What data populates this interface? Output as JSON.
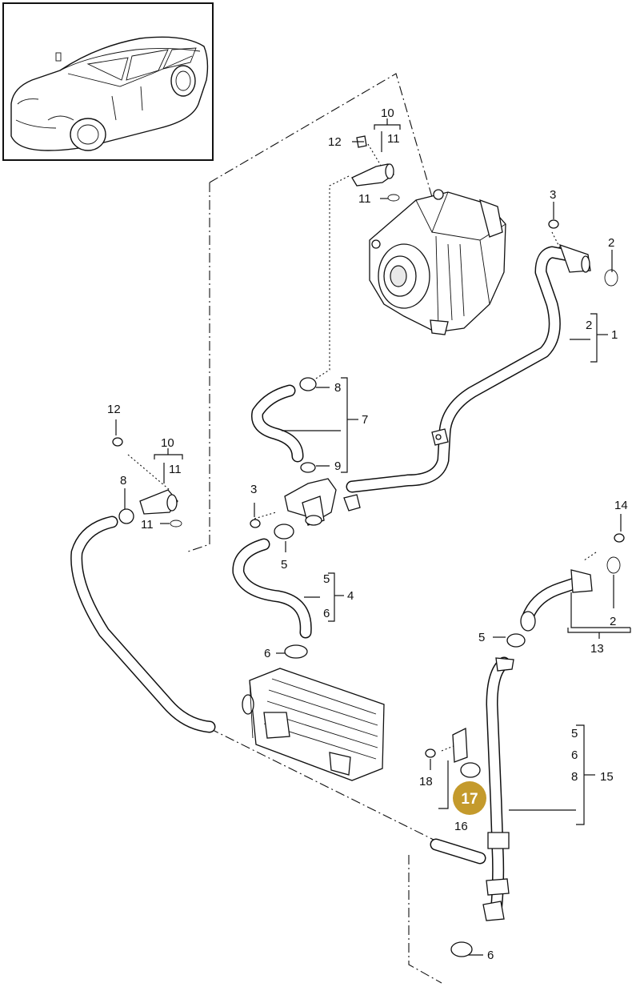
{
  "labels": {
    "l1": "1",
    "l2_top": "2",
    "l2_box": "2",
    "l3_top": "3",
    "l10_top": "10",
    "l11_top": "11",
    "l12_top": "12",
    "l11_top_b": "11",
    "l8_mid": "8",
    "l7": "7",
    "l9": "9",
    "l12_left": "12",
    "l10_left": "10",
    "l11_left": "11",
    "l8_left": "8",
    "l11_left_b": "11",
    "l3_mid": "3",
    "l5_mid": "5",
    "l4": "4",
    "l5_box4": "5",
    "l6_box4": "6",
    "l6_cooler": "6",
    "l14": "14",
    "l2_right": "2",
    "l13": "13",
    "l5_right": "5",
    "l5_box15": "5",
    "l6_box15": "6",
    "l8_box15": "8",
    "l15": "15",
    "l18": "18",
    "l16": "16",
    "l6_bottom": "6"
  },
  "highlight": {
    "label": "17",
    "color": "#c49a2c"
  },
  "colors": {
    "line": "#111111",
    "background": "#ffffff"
  }
}
